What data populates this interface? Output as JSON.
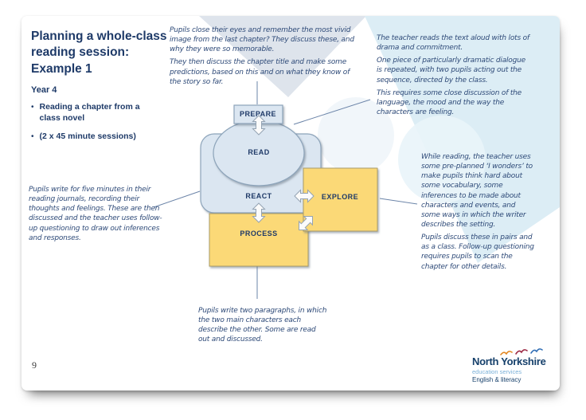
{
  "header": {
    "title": "Planning a whole-class reading session: Example 1",
    "year": "Year 4",
    "bullets": [
      {
        "marker": "•",
        "text": "Reading a chapter from a class novel"
      },
      {
        "marker": "•",
        "text": "(2 x 45 minute sessions)"
      }
    ]
  },
  "diagram": {
    "nodes": {
      "prepare": "PREPARE",
      "read": "READ",
      "react": "REACT",
      "explore": "EXPLORE",
      "process": "PROCESS"
    }
  },
  "notes": {
    "prepare": {
      "p1": "Pupils close their eyes and remember the most vivid image from the last chapter? They discuss these, and why they were so memorable.",
      "p2": "They then discuss the chapter title and make some predictions, based on this and on what they know of the story so far."
    },
    "read": {
      "p1": "The teacher reads the text aloud with lots of drama and commitment.",
      "p2": "One piece of particularly dramatic dialogue is repeated, with two pupils acting out the sequence, directed by the class.",
      "p3": "This requires some close discussion of the language, the mood and the way the characters are feeling."
    },
    "explore": {
      "p1": "While reading, the teacher uses some pre-planned ‘I wonders’ to make pupils think hard about some vocabulary, some inferences to be made about characters and events, and some ways in which the writer describes the setting.",
      "p2": "Pupils discuss these in pairs and as a class. Follow-up questioning requires pupils to scan the chapter for other details."
    },
    "react": {
      "p1": "Pupils write for five minutes in their reading journals, recording their thoughts and feelings. These are then discussed and the teacher uses follow-up questioning to draw out inferences and responses."
    },
    "process": {
      "p1": "Pupils write two paragraphs, in which the two main characters each describe the other. Some are read out and discussed."
    }
  },
  "footer": {
    "page_number": "9"
  },
  "logo": {
    "name": "North Yorkshire",
    "tagline": "education services",
    "department": "English & literacy"
  },
  "colors": {
    "navy": "#1e3a68",
    "handwriting": "#2e4a78",
    "node_blue_fill": "#dbe6f1",
    "node_yellow_fill": "#fbd977",
    "node_stroke": "#8da4ba",
    "yellow_stroke": "#a89a68",
    "background_grey_chevron": "#dee4ec",
    "background_blue_chevron": "#dcedf5",
    "connector": "#6b84a8",
    "logo_blue": "#16406b",
    "logo_light_blue": "#7ab0d8"
  }
}
